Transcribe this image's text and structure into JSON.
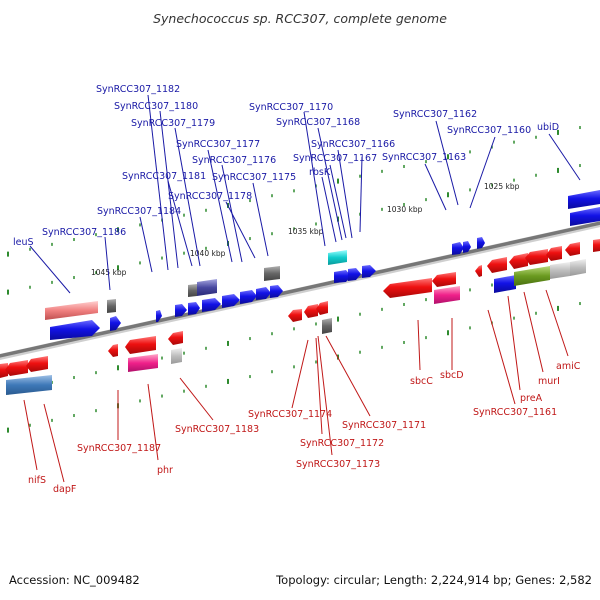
{
  "title": "Synechococcus sp. RCC307, complete genome",
  "footer": {
    "accession": "Accession: NC_009482",
    "summary": "Topology: circular; Length: 2,224,914 bp; Genes: 2,582"
  },
  "scale_labels": [
    "1025 kbp",
    "1030 kbp",
    "1035 kbp",
    "1040 kbp",
    "1045 kbp"
  ],
  "top_labels": [
    "SynRCC307_1182",
    "SynRCC307_1180",
    "SynRCC307_1179",
    "SynRCC307_1177",
    "SynRCC307_1176",
    "SynRCC307_1181",
    "SynRCC307_1175",
    "SynRCC307_1178",
    "SynRCC307_1184",
    "SynRCC307_1186",
    "leuS",
    "SynRCC307_1170",
    "SynRCC307_1168",
    "SynRCC307_1166",
    "SynRCC307_1167",
    "rbsK",
    "SynRCC307_1162",
    "SynRCC307_1160",
    "ubiD",
    "SynRCC307_1163"
  ],
  "bottom_labels": [
    "nifS",
    "dapF",
    "SynRCC307_1187",
    "phr",
    "SynRCC307_1183",
    "SynRCC307_1174",
    "SynRCC307_1172",
    "SynRCC307_1173",
    "SynRCC307_1171",
    "sbcC",
    "sbcD",
    "preA",
    "murI",
    "amiC",
    "SynRCC307_1161"
  ],
  "colors": {
    "forward_gene": "#1f1fd6",
    "reverse_gene": "#e01818",
    "top_label": "#1a1aa6",
    "bottom_label": "#c01818",
    "backbone": "#8a8a8a",
    "tick": "#2e8b2e"
  }
}
